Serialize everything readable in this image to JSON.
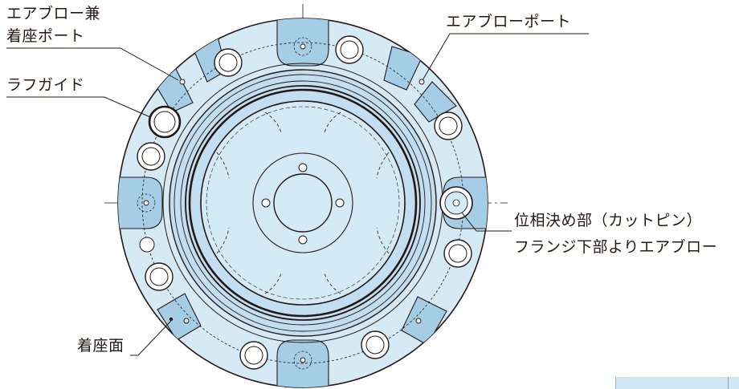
{
  "labels": {
    "air_blow_seating_line1": "エアブロー兼",
    "air_blow_seating_line2": "着座ポート",
    "rough_guide": "ラフガイド",
    "air_blow_port": "エアブローポート",
    "phase_pin": "位相決め部（カットピン）",
    "flange_air_blow": "フランジ下部よりエアブロー",
    "seating_surface": "着座面"
  },
  "colors": {
    "outer_body": "#d6eaf5",
    "pad": "#a5cde6",
    "inner_ring": "#c2def0",
    "center_plate": "#d4eaf6",
    "line": "#231815",
    "leader": "#231815"
  }
}
